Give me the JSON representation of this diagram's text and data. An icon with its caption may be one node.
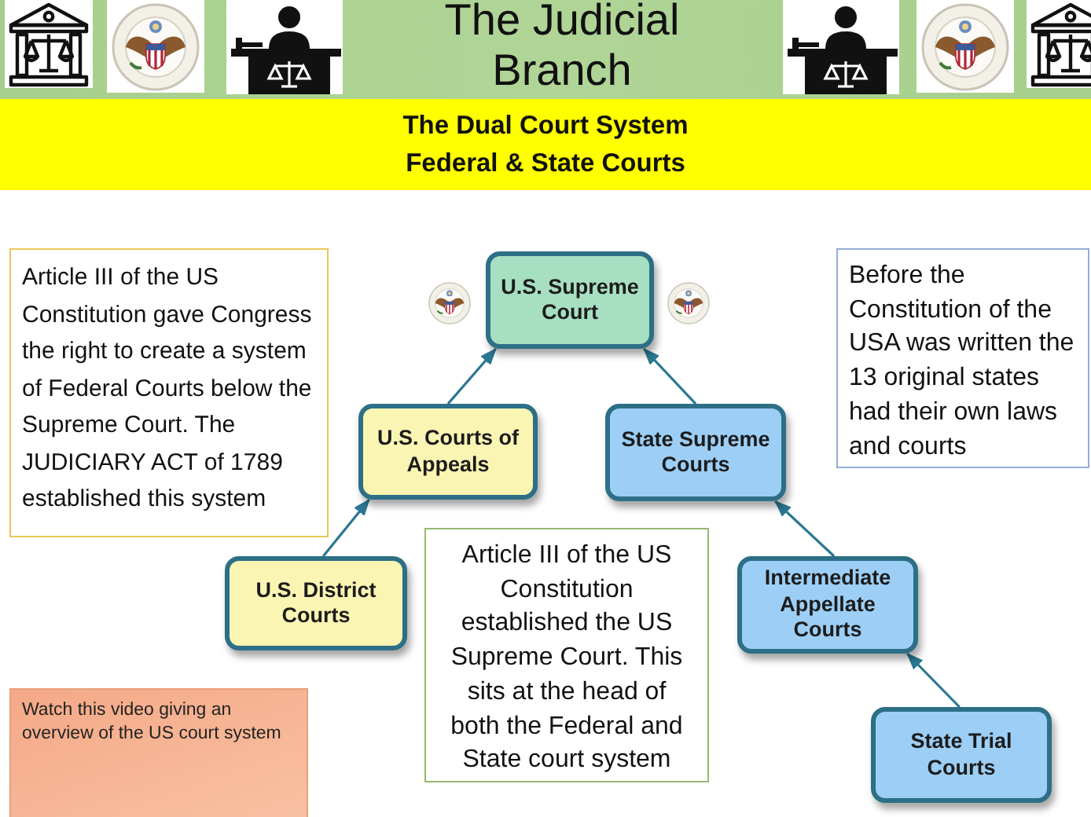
{
  "diagram": {
    "title": "The Judicial Branch",
    "nodes": [
      {
        "text": [
          "The Dual Court System",
          "Federal & State Courts"
        ]
      },
      {
        "text": [
          "Article III of the US Constitution gave Congress the right to create a system of Federal Courts below the Supreme Court. The JUDICIARY ACT of 1789 established this system"
        ]
      },
      {
        "text": [
          "U.S. Supreme Court"
        ]
      },
      {
        "text": [
          "Before the Constitution of the USA was written the 13 original states had their own laws and courts"
        ]
      },
      {
        "text": [
          "U.S. Courts of Appeals"
        ]
      },
      {
        "text": [
          "State Supreme Courts"
        ]
      },
      {
        "text": [
          "U.S. District Courts"
        ]
      },
      {
        "text": [
          "Article III of the US Constitution established the US Supreme Court. This sits at the head of both the Federal and State court system"
        ]
      },
      {
        "text": [
          "Intermediate Appellate Courts"
        ]
      },
      {
        "text": [
          "Watch this video giving an overview of the US court system"
        ]
      },
      {
        "text": [
          "State Trial Courts"
        ]
      }
    ],
    "edges": [
      {
        "from": 6,
        "to": 4,
        "arrow": "to"
      },
      {
        "from": 4,
        "to": 2,
        "arrow": "to"
      },
      {
        "from": 5,
        "to": 2,
        "arrow": "to"
      },
      {
        "from": 8,
        "to": 5,
        "arrow": "to"
      },
      {
        "from": 10,
        "to": 8,
        "arrow": "to"
      }
    ]
  }
}
